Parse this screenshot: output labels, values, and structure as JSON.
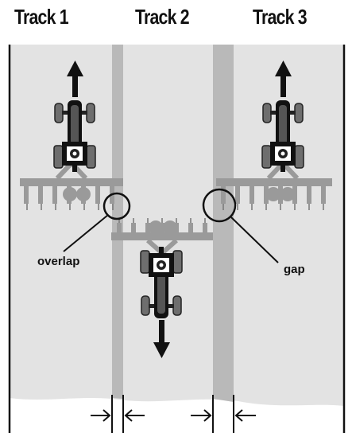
{
  "tracks": [
    {
      "label": "Track 1",
      "direction": "up"
    },
    {
      "label": "Track 2",
      "direction": "down"
    },
    {
      "label": "Track 3",
      "direction": "up"
    }
  ],
  "callouts": {
    "overlap": "overlap",
    "gap": "gap"
  },
  "colors": {
    "field": "#e3e3e3",
    "strip": "#b9b9b9",
    "implement": "#9a9a9a",
    "tractor_body": "#111111",
    "tire": "#6e6e6e"
  }
}
